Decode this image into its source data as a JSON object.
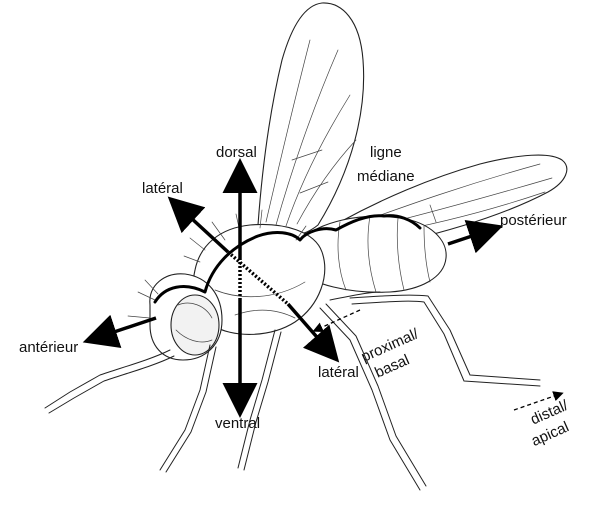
{
  "labels": {
    "dorsal": "dorsal",
    "ventral": "ventral",
    "lateral_top": "latéral",
    "lateral_bottom": "latéral",
    "anterior": "antérieur",
    "posterior": "postérieur",
    "midline_line1": "ligne",
    "midline_line2": "médiane",
    "proximal_line1": "proximal/",
    "proximal_line2": "basal",
    "distal_line1": "distal/",
    "distal_line2": "apical"
  },
  "colors": {
    "ink": "#222222",
    "arrows": "#000000",
    "background": "#ffffff"
  }
}
